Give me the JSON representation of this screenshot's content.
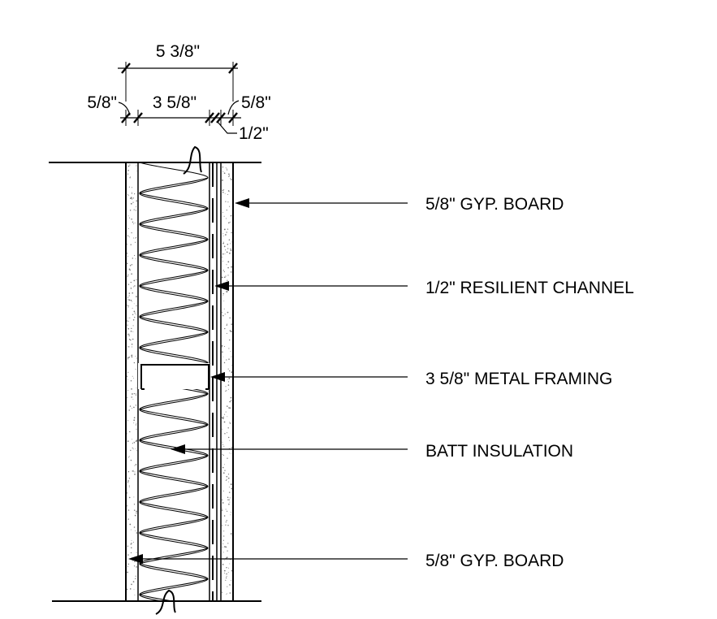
{
  "dimensions": {
    "overall": "5 3/8\"",
    "stud": "3 5/8\"",
    "gyp_left": "5/8\"",
    "gyp_right": "5/8\"",
    "channel": "1/2\""
  },
  "callouts": [
    {
      "label": "5/8\" GYP. BOARD"
    },
    {
      "label": "1/2\" RESILIENT CHANNEL"
    },
    {
      "label": "3 5/8\" METAL FRAMING"
    },
    {
      "label": "BATT INSULATION"
    },
    {
      "label": "5/8\" GYP. BOARD"
    }
  ],
  "colors": {
    "line": "#000000",
    "background": "#ffffff"
  }
}
